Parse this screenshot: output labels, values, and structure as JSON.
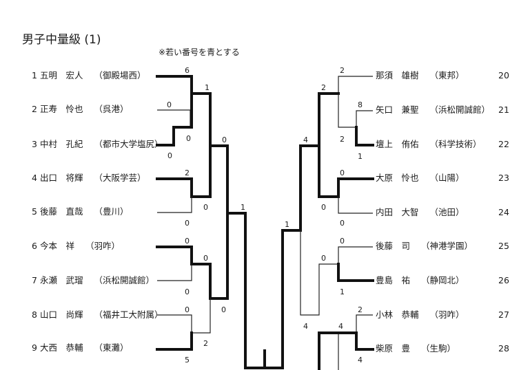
{
  "title": "男子中量級 (1)",
  "note": "※若い番号を青とする",
  "left_players": [
    {
      "no": "1",
      "name": "五明　宏人",
      "school": "（御殿場西）"
    },
    {
      "no": "2",
      "name": "正寿　怜也",
      "school": "（呉港）"
    },
    {
      "no": "3",
      "name": "中村　孔紀",
      "school": "（都市大学塩尻）"
    },
    {
      "no": "4",
      "name": "出口　将輝",
      "school": "（大阪学芸）"
    },
    {
      "no": "5",
      "name": "後藤　直哉",
      "school": "（豊川）"
    },
    {
      "no": "6",
      "name": "今本　祥",
      "school": "（羽咋）"
    },
    {
      "no": "7",
      "name": "永瀬　武瑠",
      "school": "（浜松開誠館）"
    },
    {
      "no": "8",
      "name": "山口　尚輝",
      "school": "（福井工大附属）"
    },
    {
      "no": "9",
      "name": "大西　恭輔",
      "school": "（東灘）"
    }
  ],
  "right_players": [
    {
      "name": "那須　雄樹",
      "school": "（東邦）",
      "no": "20"
    },
    {
      "name": "矢口　兼聖",
      "school": "（浜松開誠館）",
      "no": "21"
    },
    {
      "name": "壇上　侑佑",
      "school": "（科学技術）",
      "no": "22"
    },
    {
      "name": "大原　怜也",
      "school": "（山陽）",
      "no": "23"
    },
    {
      "name": "内田　大智",
      "school": "（池田）",
      "no": "24"
    },
    {
      "name": "後藤　司",
      "school": "（神港学園）",
      "no": "25"
    },
    {
      "name": "豊島　祐",
      "school": "（静岡北）",
      "no": "26"
    },
    {
      "name": "小林　恭輔",
      "school": "（羽咋）",
      "no": "27"
    },
    {
      "name": "柴原　豊",
      "school": "（生駒）",
      "no": "28"
    }
  ],
  "scores": [
    "6",
    "1",
    "0",
    "0",
    "0",
    "0",
    "2",
    "0",
    "0",
    "1",
    "0",
    "0",
    "0",
    "2",
    "0",
    "5",
    "0",
    "2",
    "2",
    "8",
    "2",
    "1",
    "4",
    "0",
    "0",
    "0",
    "1",
    "0",
    "0",
    "1",
    "2",
    "4",
    "4"
  ]
}
